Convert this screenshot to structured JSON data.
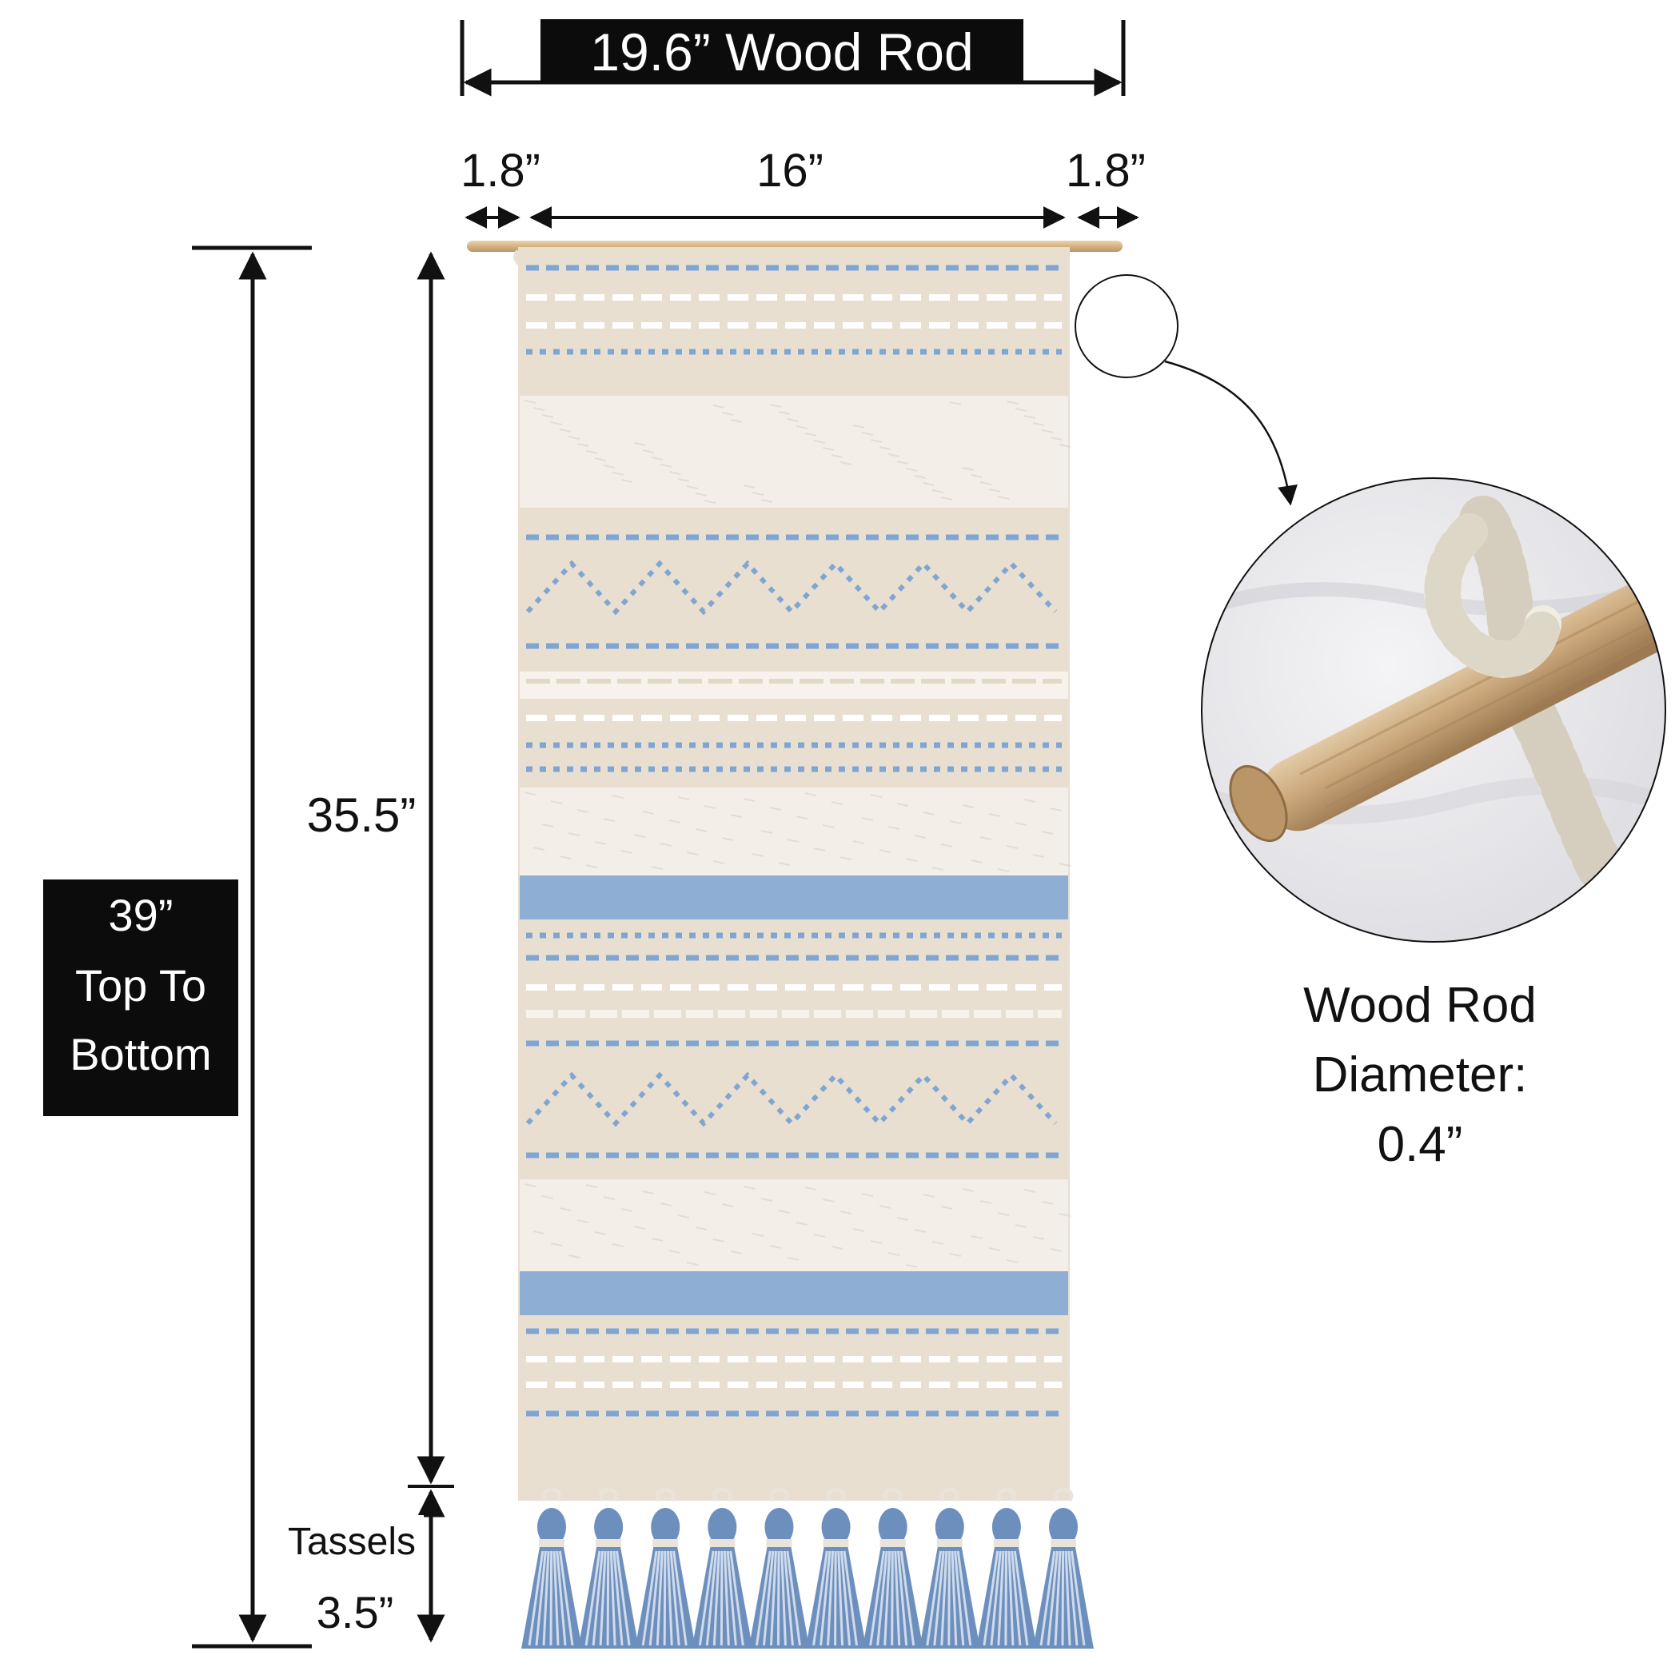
{
  "labels": {
    "rod_length": "19.6” Wood Rod",
    "left_margin": "1.8”",
    "center_width": "16”",
    "right_margin": "1.8”",
    "body_height": "35.5”",
    "total_value": "39”",
    "total_line1": "Top To",
    "total_line2": "Bottom",
    "tassels_label": "Tassels",
    "tassels_value": "3.5”",
    "diameter_line1": "Wood Rod",
    "diameter_line2": "Diameter:",
    "diameter_line3": "0.4”"
  },
  "colors": {
    "ink": "#111111",
    "label_box": "#0c0c0c",
    "fabric_beige": "#e8dfd0",
    "fabric_cream": "#f3efe8",
    "accent_blue": "#7fa6d3",
    "tassel_blue": "#6d8fbe",
    "rod_wood": "#d8b98e"
  },
  "tassel_count": 10
}
